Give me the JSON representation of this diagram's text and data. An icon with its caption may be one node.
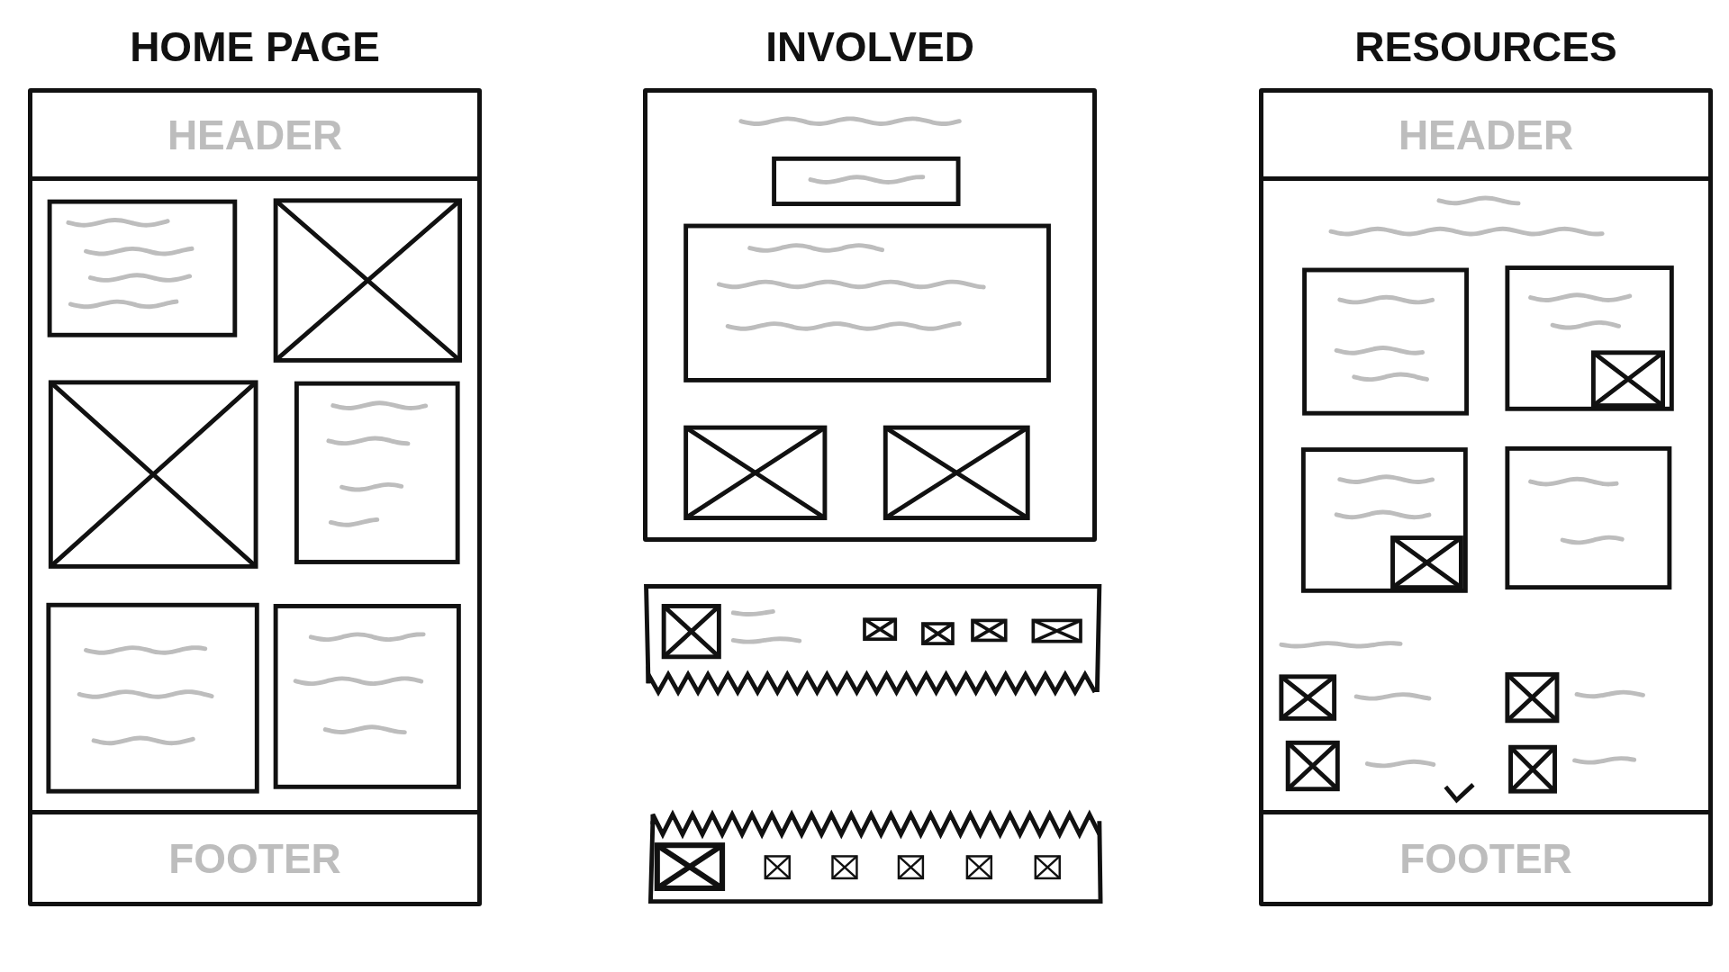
{
  "diagram": {
    "nodes": [
      {
        "text": [
          "HOME PAGE"
        ]
      },
      {
        "text": [
          "HEADER"
        ],
        "in": 0
      },
      {
        "text": [
          "FOOTER"
        ],
        "in": 0
      },
      {
        "text": [
          "INVOLVED"
        ]
      },
      {
        "text": [
          "RESOURCES"
        ]
      },
      {
        "text": [
          "HEADER"
        ],
        "in": 4
      },
      {
        "text": [
          "FOOTER"
        ],
        "in": 4
      }
    ]
  }
}
